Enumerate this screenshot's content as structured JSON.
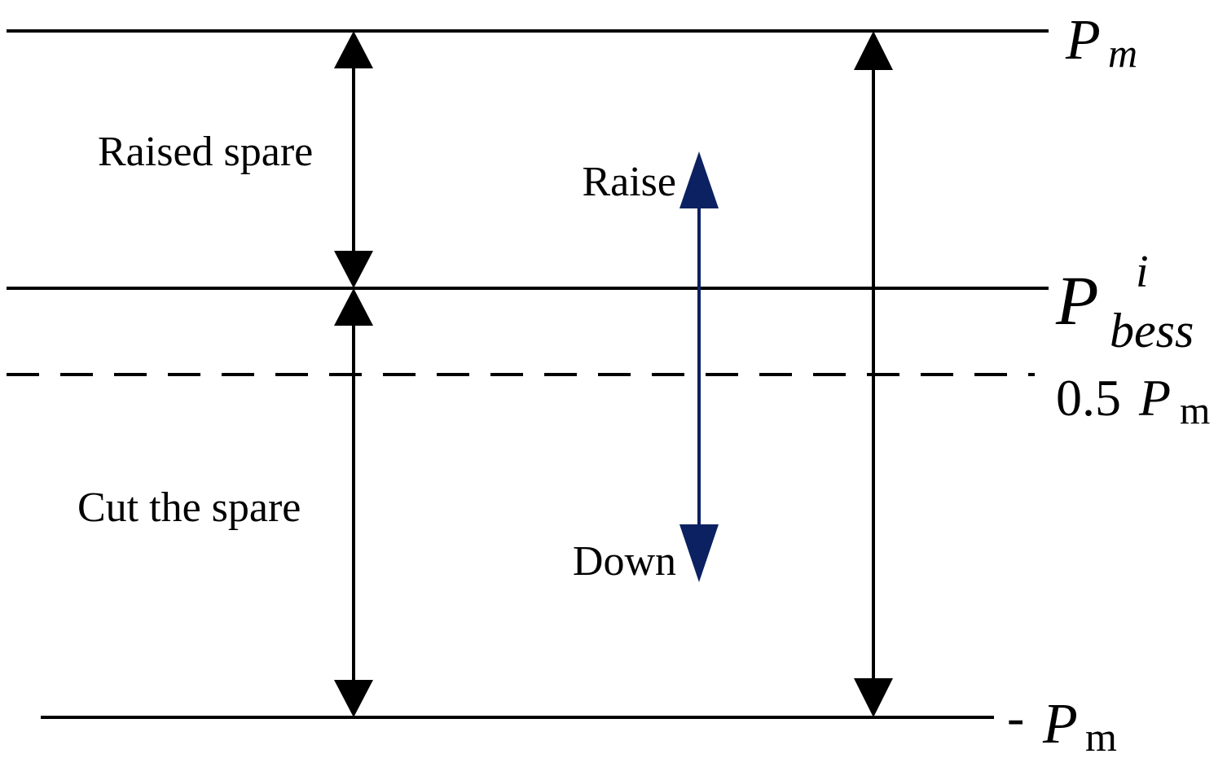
{
  "labels": {
    "raised_spare": "Raised spare",
    "cut_spare": "Cut the spare",
    "raise": "Raise",
    "down": "Down"
  },
  "levels": {
    "top": {
      "symbol": "P",
      "subscript": "m"
    },
    "bess": {
      "symbol": "P",
      "superscript": "i",
      "subscript": "bess"
    },
    "half": {
      "coefficient": "0.5",
      "symbol": "P",
      "subscript": "m"
    },
    "bottom": {
      "sign": "-",
      "symbol": "P",
      "subscript": "m"
    }
  },
  "colors": {
    "line": "#000000",
    "accent_arrow": "#0b2161",
    "background": "#ffffff"
  }
}
